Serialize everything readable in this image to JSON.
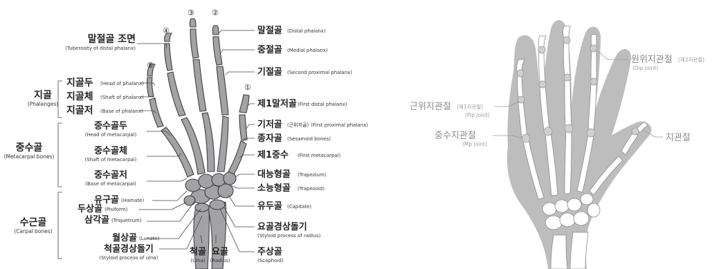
{
  "left_diagram": {
    "finger_numbers": [
      "①",
      "②",
      "③",
      "④",
      "⑤"
    ],
    "labels": {
      "tuberosity_ko": "말절골 조면",
      "tuberosity_en": "(Tuberosity of distal phalanx)",
      "head_phalanx_ko": "지골두",
      "head_phalanx_en": "(Head of phalanx)",
      "shaft_phalanx_ko": "지골체",
      "shaft_phalanx_en": "(Shaft of phalanx)",
      "base_phalanx_ko": "지골저",
      "base_phalanx_en": "(Base of phalanx)",
      "head_meta_ko": "중수골두",
      "head_meta_en": "(Head of metacarpal)",
      "shaft_meta_ko": "중수골체",
      "shaft_meta_en": "(Shaft of metacarpal)",
      "base_meta_ko": "중수골저",
      "base_meta_en": "(Base of metacarpal)",
      "hamate_ko": "유구골",
      "hamate_en": "(Hamate)",
      "pisiform_ko": "두상골",
      "pisiform_en": "(Pisiform)",
      "triquetrum_ko": "삼각골",
      "triquetrum_en": "(Triquetrum)",
      "lunate_ko": "월상골",
      "lunate_en": "(Lunate)",
      "styloid_ulna_ko": "척골경상돌기",
      "styloid_ulna_en": "(Styloid process of ulna)",
      "ulna_ko": "척골",
      "ulna_en": "(Ulna)",
      "radius_ko": "요골",
      "radius_en": "(Radius)",
      "distal_ko": "말절골",
      "distal_en": "(Distal phalanx)",
      "medial_ko": "중절골",
      "medial_en": "(Medial phalanx)",
      "second_prox_ko": "기절골",
      "second_prox_en": "(Second proximal phalanx)",
      "first_distal_ko": "제1말저골",
      "first_distal_en": "(First distal phalanx)",
      "first_prox_ko": "기저골",
      "first_prox_sub": "(근위저골)",
      "first_prox_en": "(First proximal phalanx)",
      "sesamoid_ko": "종자골",
      "sesamoid_en": "(Sesamoid bones)",
      "first_meta_ko": "제1중수",
      "first_meta_en": "(First metacarpal)",
      "trapezium_ko": "대능형골",
      "trapezium_en": "(Trapezium)",
      "trapezoid_ko": "소능형골",
      "trapezoid_en": "(Trapezoid)",
      "capitate_ko": "유두골",
      "capitate_en": "(Capitate)",
      "styloid_radius_ko": "요골경상돌기",
      "styloid_radius_en": "(Styloid process of radius)",
      "scaphoid_ko": "주상골",
      "scaphoid_en": "(Scaphoid)"
    },
    "groups": {
      "phalanges_ko": "지골",
      "phalanges_en": "(Phalanges)",
      "metacarpal_ko": "중수골",
      "metacarpal_en": "(Metacarpal bones)",
      "carpal_ko": "수근골",
      "carpal_en": "(Carpal bones)"
    }
  },
  "right_diagram": {
    "dip_ko": "원위지관절",
    "dip_sub": "(제2지관절)",
    "dip_en": "(Dip joint)",
    "pip_ko": "근위지관절",
    "pip_sub": "(제1지관절)",
    "pip_en": "(Pip joint)",
    "mp_ko": "중수지관절",
    "mp_en": "(Mp joint)",
    "ip_ko": "지관절"
  },
  "colors": {
    "bone_fill": "#a3a3a6",
    "bone_outline": "#3d3d40",
    "hand_silhouette": "#bdbdbd",
    "xray_bone": "#ffffff",
    "label_gray": "#8a8a8a"
  }
}
